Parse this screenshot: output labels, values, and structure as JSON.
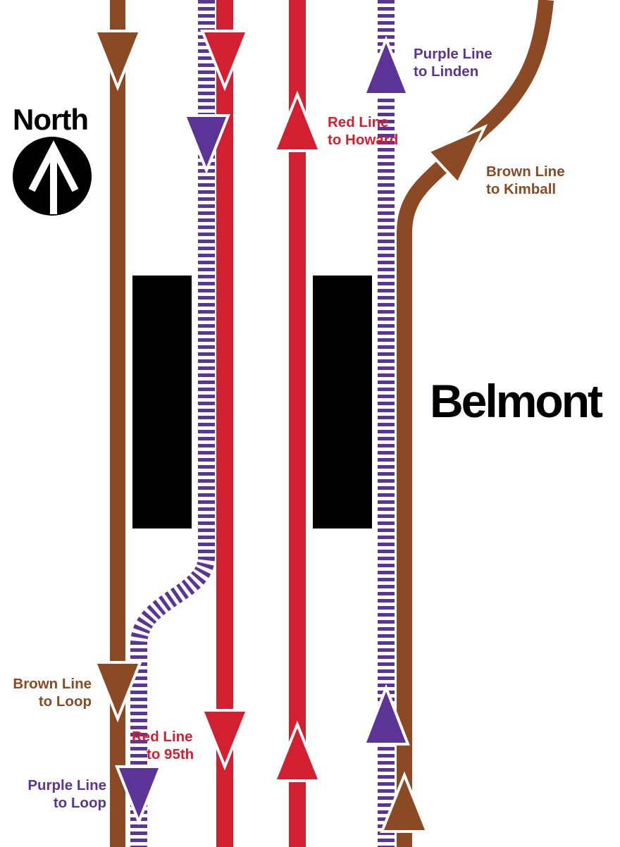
{
  "colors": {
    "brown": "#8B4A23",
    "red": "#D22030",
    "purple": "#5C3396",
    "black": "#000000",
    "white": "#ffffff"
  },
  "compass": {
    "label": "North",
    "icon": "north-arrow-icon"
  },
  "station": {
    "name": "Belmont"
  },
  "labels": {
    "purple_north": [
      "Purple Line",
      "to Linden"
    ],
    "red_north": [
      "Red Line",
      "to Howard"
    ],
    "brown_north": [
      "Brown Line",
      "to Kimball"
    ],
    "brown_south": [
      "Brown Line",
      "to Loop"
    ],
    "red_south": [
      "Red Line",
      "to 95th"
    ],
    "purple_south": [
      "Purple Line",
      "to Loop"
    ]
  }
}
